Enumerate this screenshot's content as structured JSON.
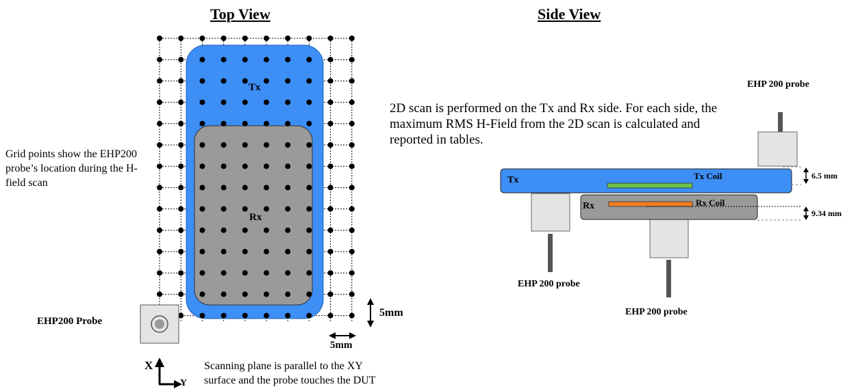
{
  "top_view": {
    "title": "Top View",
    "tx_label": "Tx",
    "rx_label": "Rx",
    "grid_note": "Grid points show the EHP200 probe’s location during the H-field scan",
    "probe_label": "EHP200 Probe",
    "dim_vertical": "5mm",
    "dim_horizontal": "5mm",
    "axis_x": "X",
    "axis_y": "Y",
    "scan_note": "Scanning plane is parallel to the XY surface and the probe touches the DUT",
    "colors": {
      "tx_fill": "#3d8ef5",
      "rx_fill": "#9a9a9a",
      "grid_dot": "#000000"
    }
  },
  "side_view": {
    "title": "Side View",
    "description": "2D scan is performed on the Tx and Rx side. For each side, the maximum RMS H-Field from the 2D scan is calculated and reported in tables.",
    "tx_label": "Tx",
    "rx_label": "Rx",
    "tx_coil_label": "Tx Coil",
    "rx_coil_label": "Rx Coil",
    "gap_tx": "6.5 mm",
    "gap_rx": "9.34 mm",
    "probe_top_label": "EHP 200 probe",
    "probe_left_label": "EHP 200 probe",
    "probe_bottom_label": "EHP 200 probe",
    "colors": {
      "tx_fill": "#3d8ef5",
      "rx_fill": "#9a9a9a",
      "tx_coil": "#6cc04a",
      "rx_coil": "#f07d22",
      "probe_head": "#e4e4e4",
      "probe_stem": "#555555"
    }
  }
}
